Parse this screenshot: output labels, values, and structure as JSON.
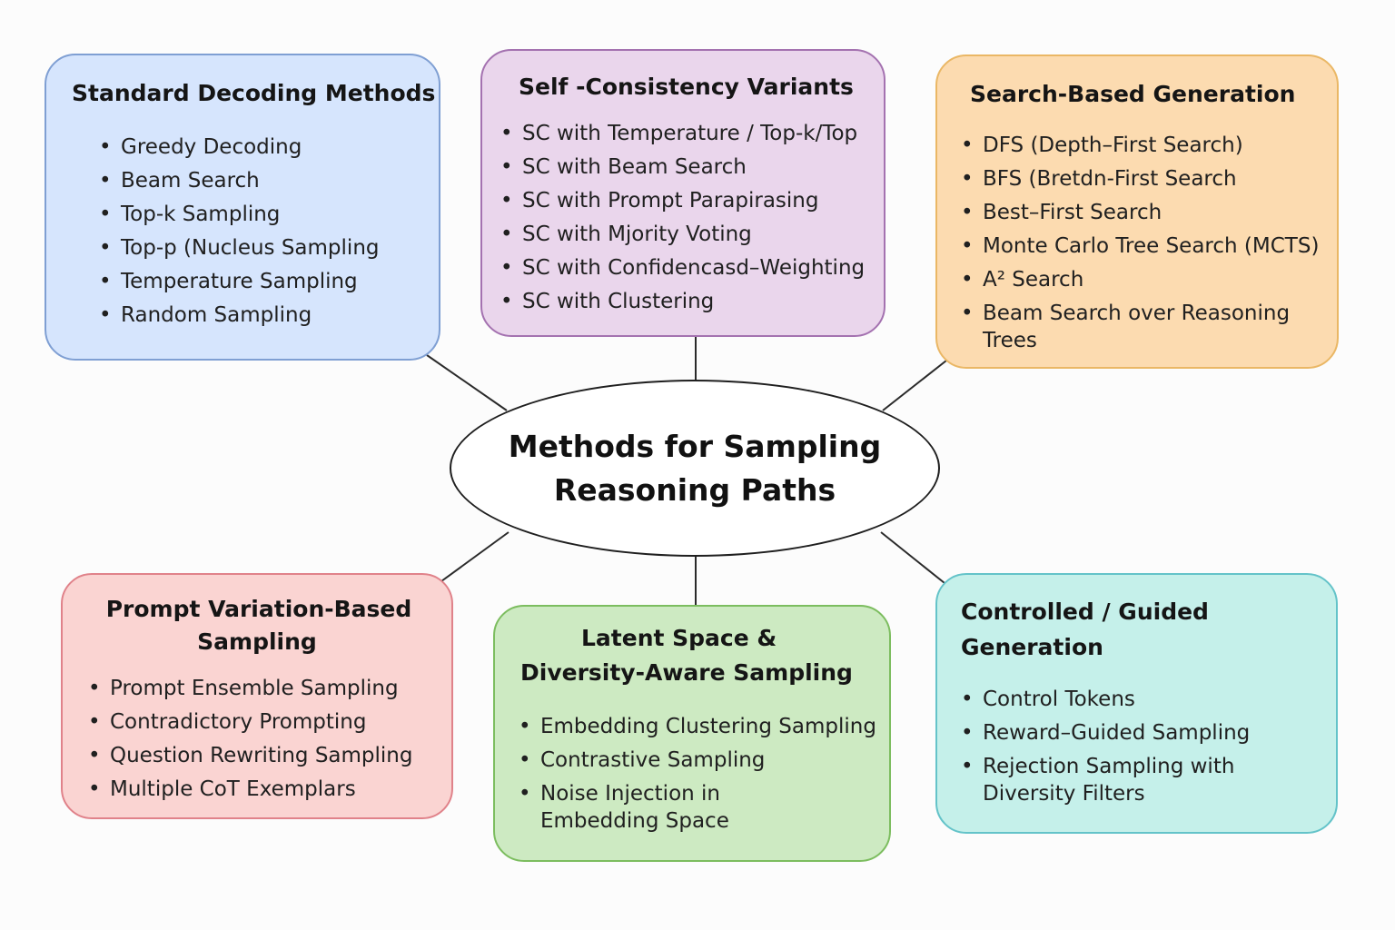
{
  "center": {
    "title": "Methods for Sampling Reasoning Paths"
  },
  "boxes": {
    "standard": {
      "title": "Standard Decoding Methods",
      "items": [
        "Greedy Decoding",
        "Beam Search",
        "Top-k Sampling",
        "Top-p (Nucleus Sampling",
        "Temperature Sampling",
        "Random Sampling"
      ]
    },
    "self": {
      "title": "Self -Consistency Variants",
      "items": [
        "SC with Temperature / Top-k/Top",
        "SC with Beam Search",
        "SC with Prompt Parapirasing",
        "SC with Mjority Voting",
        "SC with Confidencasd–Weighting",
        "SC with Clustering"
      ]
    },
    "search": {
      "title": "Search-Based Generation",
      "items": [
        "DFS (Depth–First Search)",
        "BFS (Bretdn-First Search",
        "Best–First Search",
        "Monte Carlo Tree Search (MCTS)",
        "A² Search",
        "Beam Search over Reasoning Trees"
      ]
    },
    "prompt": {
      "title_line1": "Prompt Variation-Based",
      "title_line2": "Sampling",
      "items": [
        "Prompt Ensemble Sampling",
        "Contradictory Prompting",
        "Question Rewriting Sampling",
        "Multiple CoT Exemplars"
      ]
    },
    "latent": {
      "title_line1": "Latent Space &",
      "title_line2": "Diversity-Aware Sampling",
      "items": [
        "Embedding Clustering Sampling",
        "Contrastive Sampling",
        "Noise Injection in Embedding Space"
      ]
    },
    "controlled": {
      "title_line1": "Controlled / Guided",
      "title_line2": "Generation",
      "items": [
        "Control Tokens",
        "Reward–Guided Sampling",
        "Rejection Sampling with Diversity Filters"
      ]
    }
  },
  "colors": {
    "standard": "#d6e5fd",
    "self": "#ead6ec",
    "search": "#fcdbb0",
    "prompt": "#fad4d2",
    "latent": "#cdeac2",
    "controlled": "#c5f0ea"
  }
}
